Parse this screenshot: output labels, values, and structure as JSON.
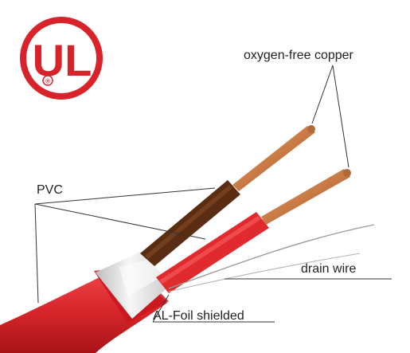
{
  "logo": {
    "text": "UL",
    "mark": "®",
    "color": "#d9232a"
  },
  "callouts": {
    "copper": "oxygen-free copper",
    "pvc": "PVC",
    "drain": "drain wire",
    "foil": "AL-Foil shielded"
  },
  "colors": {
    "jacket": "#d8262b",
    "brown_insulation": "#5a2d12",
    "red_insulation": "#e02a2e",
    "copper": "#c97a45",
    "foil": "#e8e8e8",
    "leader_lines": "#333333"
  }
}
